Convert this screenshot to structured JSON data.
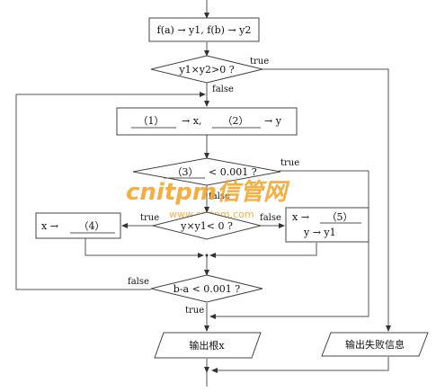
{
  "flowchart": {
    "start_box": "f(a) → y1,  f(b) → y2",
    "decision1": "y1×y2>0 ?",
    "decision1_true": "true",
    "decision1_false": "false",
    "assign_box": {
      "blank1": "（1）",
      "mid": "→ x,",
      "blank2": "（2）",
      "tail": "→ y"
    },
    "decision2": {
      "blank": "（3）",
      "tail": "< 0.001 ?"
    },
    "decision2_true": "true",
    "decision2_false": "false",
    "decision3": "y×y1< 0 ?",
    "decision3_true": "true",
    "decision3_false": "false",
    "left_box": {
      "head": "x →",
      "blank": "（4）"
    },
    "right_box": {
      "line1_head": "x →",
      "line1_blank": "（5）",
      "line2": "y → y1"
    },
    "decision4": "b-a < 0.001 ?",
    "decision4_false": "false",
    "decision4_true": "true",
    "output_root": "输出根x",
    "output_fail": "输出失败信息"
  },
  "watermark": {
    "brand": "cnitpm信管网",
    "url": "www.cnitpm.com",
    "brand_color": "#f5a020"
  }
}
